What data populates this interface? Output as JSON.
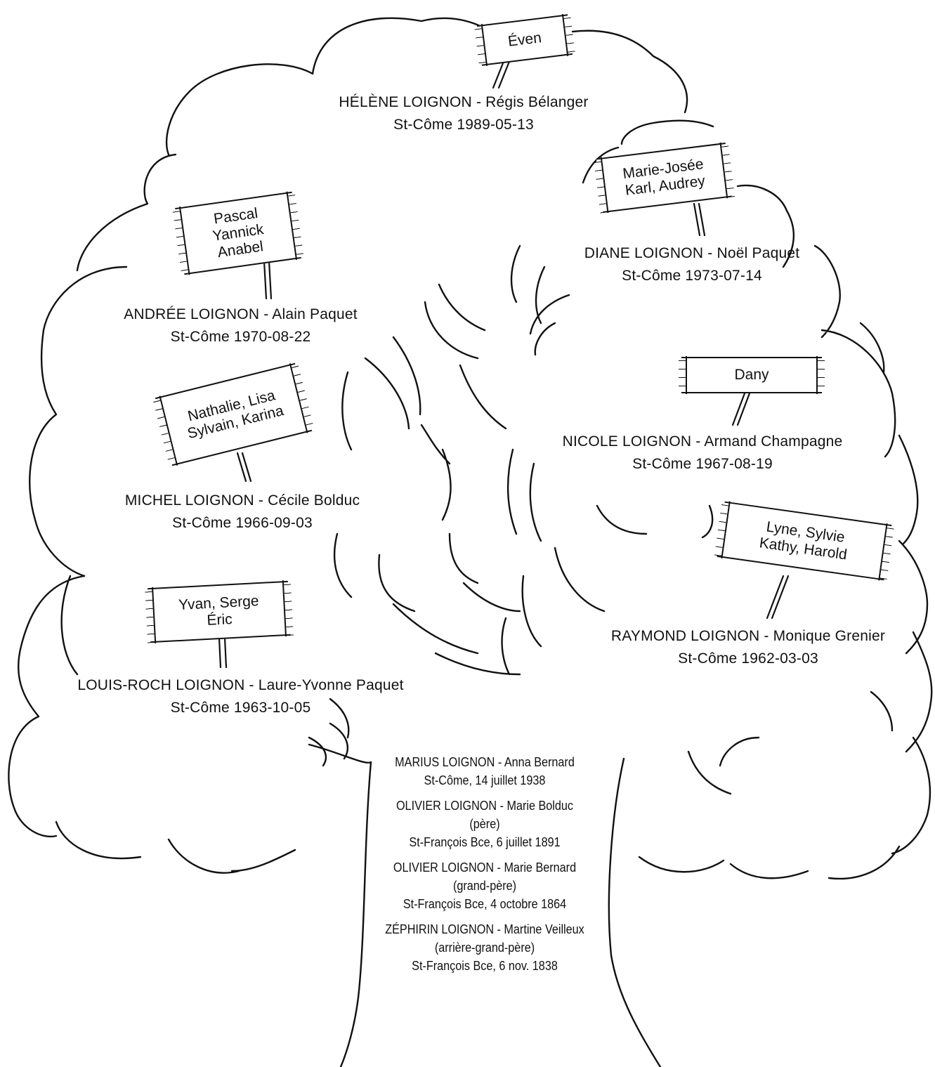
{
  "couples": [
    {
      "names": "HÉLÈNE LOIGNON - Régis Bélanger",
      "place_date": "St-Côme 1989-05-13",
      "children": [
        "Éven"
      ]
    },
    {
      "names": "DIANE LOIGNON - Noël Paquet",
      "place_date": "St-Côme 1973-07-14",
      "children": [
        "Marie-Josée",
        "Karl, Audrey"
      ]
    },
    {
      "names": "ANDRÉE LOIGNON - Alain Paquet",
      "place_date": "St-Côme 1970-08-22",
      "children": [
        "Pascal",
        "Yannick",
        "Anabel"
      ]
    },
    {
      "names": "NICOLE LOIGNON - Armand Champagne",
      "place_date": "St-Côme 1967-08-19",
      "children": [
        "Dany"
      ]
    },
    {
      "names": "MICHEL LOIGNON - Cécile Bolduc",
      "place_date": "St-Côme 1966-09-03",
      "children": [
        "Nathalie, Lisa",
        "Sylvain, Karina"
      ]
    },
    {
      "names": "RAYMOND LOIGNON - Monique Grenier",
      "place_date": "St-Côme 1962-03-03",
      "children": [
        "Lyne, Sylvie",
        "Kathy, Harold"
      ]
    },
    {
      "names": "LOUIS-ROCH LOIGNON - Laure-Yvonne Paquet",
      "place_date": "St-Côme 1963-10-05",
      "children": [
        "Yvan, Serge",
        "Éric"
      ]
    }
  ],
  "ancestors": [
    {
      "names": "MARIUS LOIGNON - Anna Bernard",
      "role": "",
      "place_date": "St-Côme, 14 juillet 1938"
    },
    {
      "names": "OLIVIER LOIGNON - Marie Bolduc",
      "role": "(père)",
      "place_date": "St-François Bce, 6 juillet 1891"
    },
    {
      "names": "OLIVIER LOIGNON - Marie Bernard",
      "role": "(grand-père)",
      "place_date": "St-François Bce, 4 octobre 1864"
    },
    {
      "names": "ZÉPHIRIN LOIGNON - Martine Veilleux",
      "role": "(arrière-grand-père)",
      "place_date": "St-François Bce, 6 nov. 1838"
    }
  ]
}
